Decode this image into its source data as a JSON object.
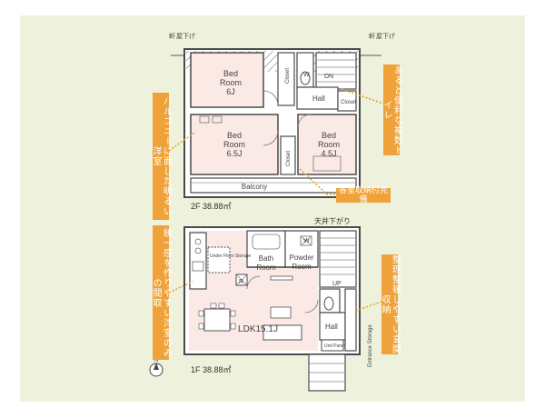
{
  "floor2": {
    "area_label": "2F 38.88㎡",
    "eave_left": "軒",
    "eave_left2": "屋下げ",
    "eave_right": "軒",
    "eave_right2": "屋下げ",
    "bed1": {
      "line1": "Bed",
      "line2": "Room",
      "size": "6J"
    },
    "bed2": {
      "line1": "Bed",
      "line2": "Room",
      "size": "6.5J"
    },
    "bed3": {
      "line1": "Bed",
      "line2": "Room",
      "size": "4.5J"
    },
    "closet": "Closet",
    "wc": "W",
    "dn": "DN",
    "hall": "Hall",
    "balcony": "Balcony"
  },
  "floor1": {
    "area_label": "1F 38.88㎡",
    "ceiling_note": "天井下がり",
    "under_floor": "Under Floor Storage",
    "r": "R",
    "bath": {
      "line1": "Bath",
      "line2": "Room"
    },
    "powder": {
      "line1": "Powder",
      "line2": "Room"
    },
    "w": "W",
    "up": "UP",
    "ldk": "LDK15.1J",
    "hall": "Hall",
    "unit_panel": "Unit Panel",
    "entrance_storage": "Entrance Storage",
    "north": "N"
  },
  "callouts": {
    "toilet": "あると便利な複数トイレ",
    "storage": "各室収納付完備",
    "balcony_room": "バルコニーに面した明るい洋室",
    "ldk_layout": "統一感を作りやすい洋室のみの間取",
    "entrance": "整理整頓しやすい玄関収納"
  },
  "colors": {
    "background": "#eef2dc",
    "room_fill": "#fbe9e6",
    "wall": "#4a4a4a",
    "callout": "#f0a23a",
    "leader": "#e0a020"
  }
}
